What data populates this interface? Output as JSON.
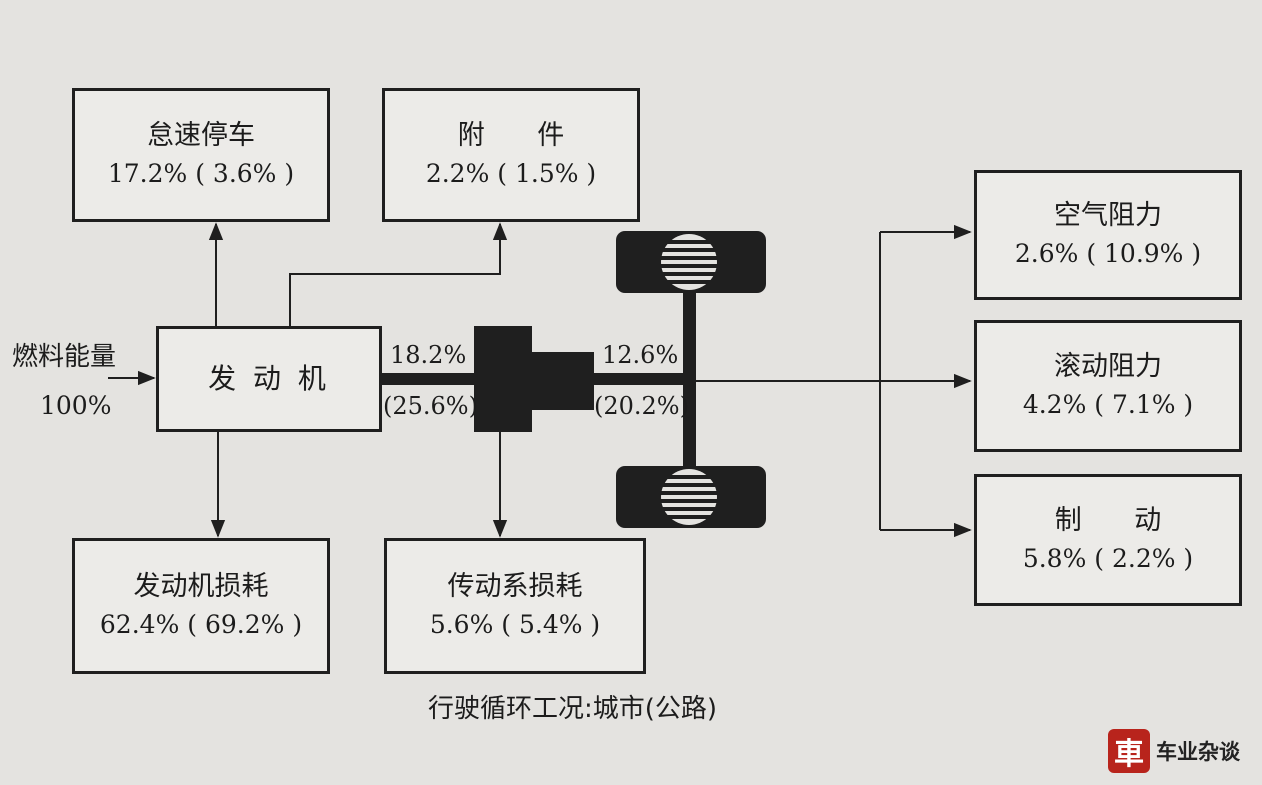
{
  "diagram": {
    "input": {
      "label": "燃料能量",
      "value": "100%"
    },
    "engine": {
      "label": "发 动 机"
    },
    "idle": {
      "label": "怠速停车",
      "value": "17.2% ( 3.6% )"
    },
    "accessories": {
      "label": "附 件",
      "value": "2.2% ( 1.5% )"
    },
    "engine_loss": {
      "label": "发动机损耗",
      "value": "62.4% ( 69.2% )"
    },
    "driveline_loss": {
      "label": "传动系损耗",
      "value": "5.6% ( 5.4% )"
    },
    "engine_out": {
      "value": "18.2%",
      "alt": "(25.6%)"
    },
    "wheel_out": {
      "value": "12.6%",
      "alt": "(20.2%)"
    },
    "air": {
      "label": "空气阻力",
      "value": "2.6% ( 10.9% )"
    },
    "rolling": {
      "label": "滚动阻力",
      "value": "4.2% ( 7.1% )"
    },
    "braking": {
      "label": "制 动",
      "value": "5.8% ( 2.2% )"
    },
    "caption": "行驶循环工况:城市(公路)"
  },
  "watermark": {
    "mark": "車",
    "text": "车业杂谈"
  },
  "colors": {
    "ink": "#1f1f1f",
    "paper": "#e4e3e0",
    "logo_red": "#b8241c"
  }
}
